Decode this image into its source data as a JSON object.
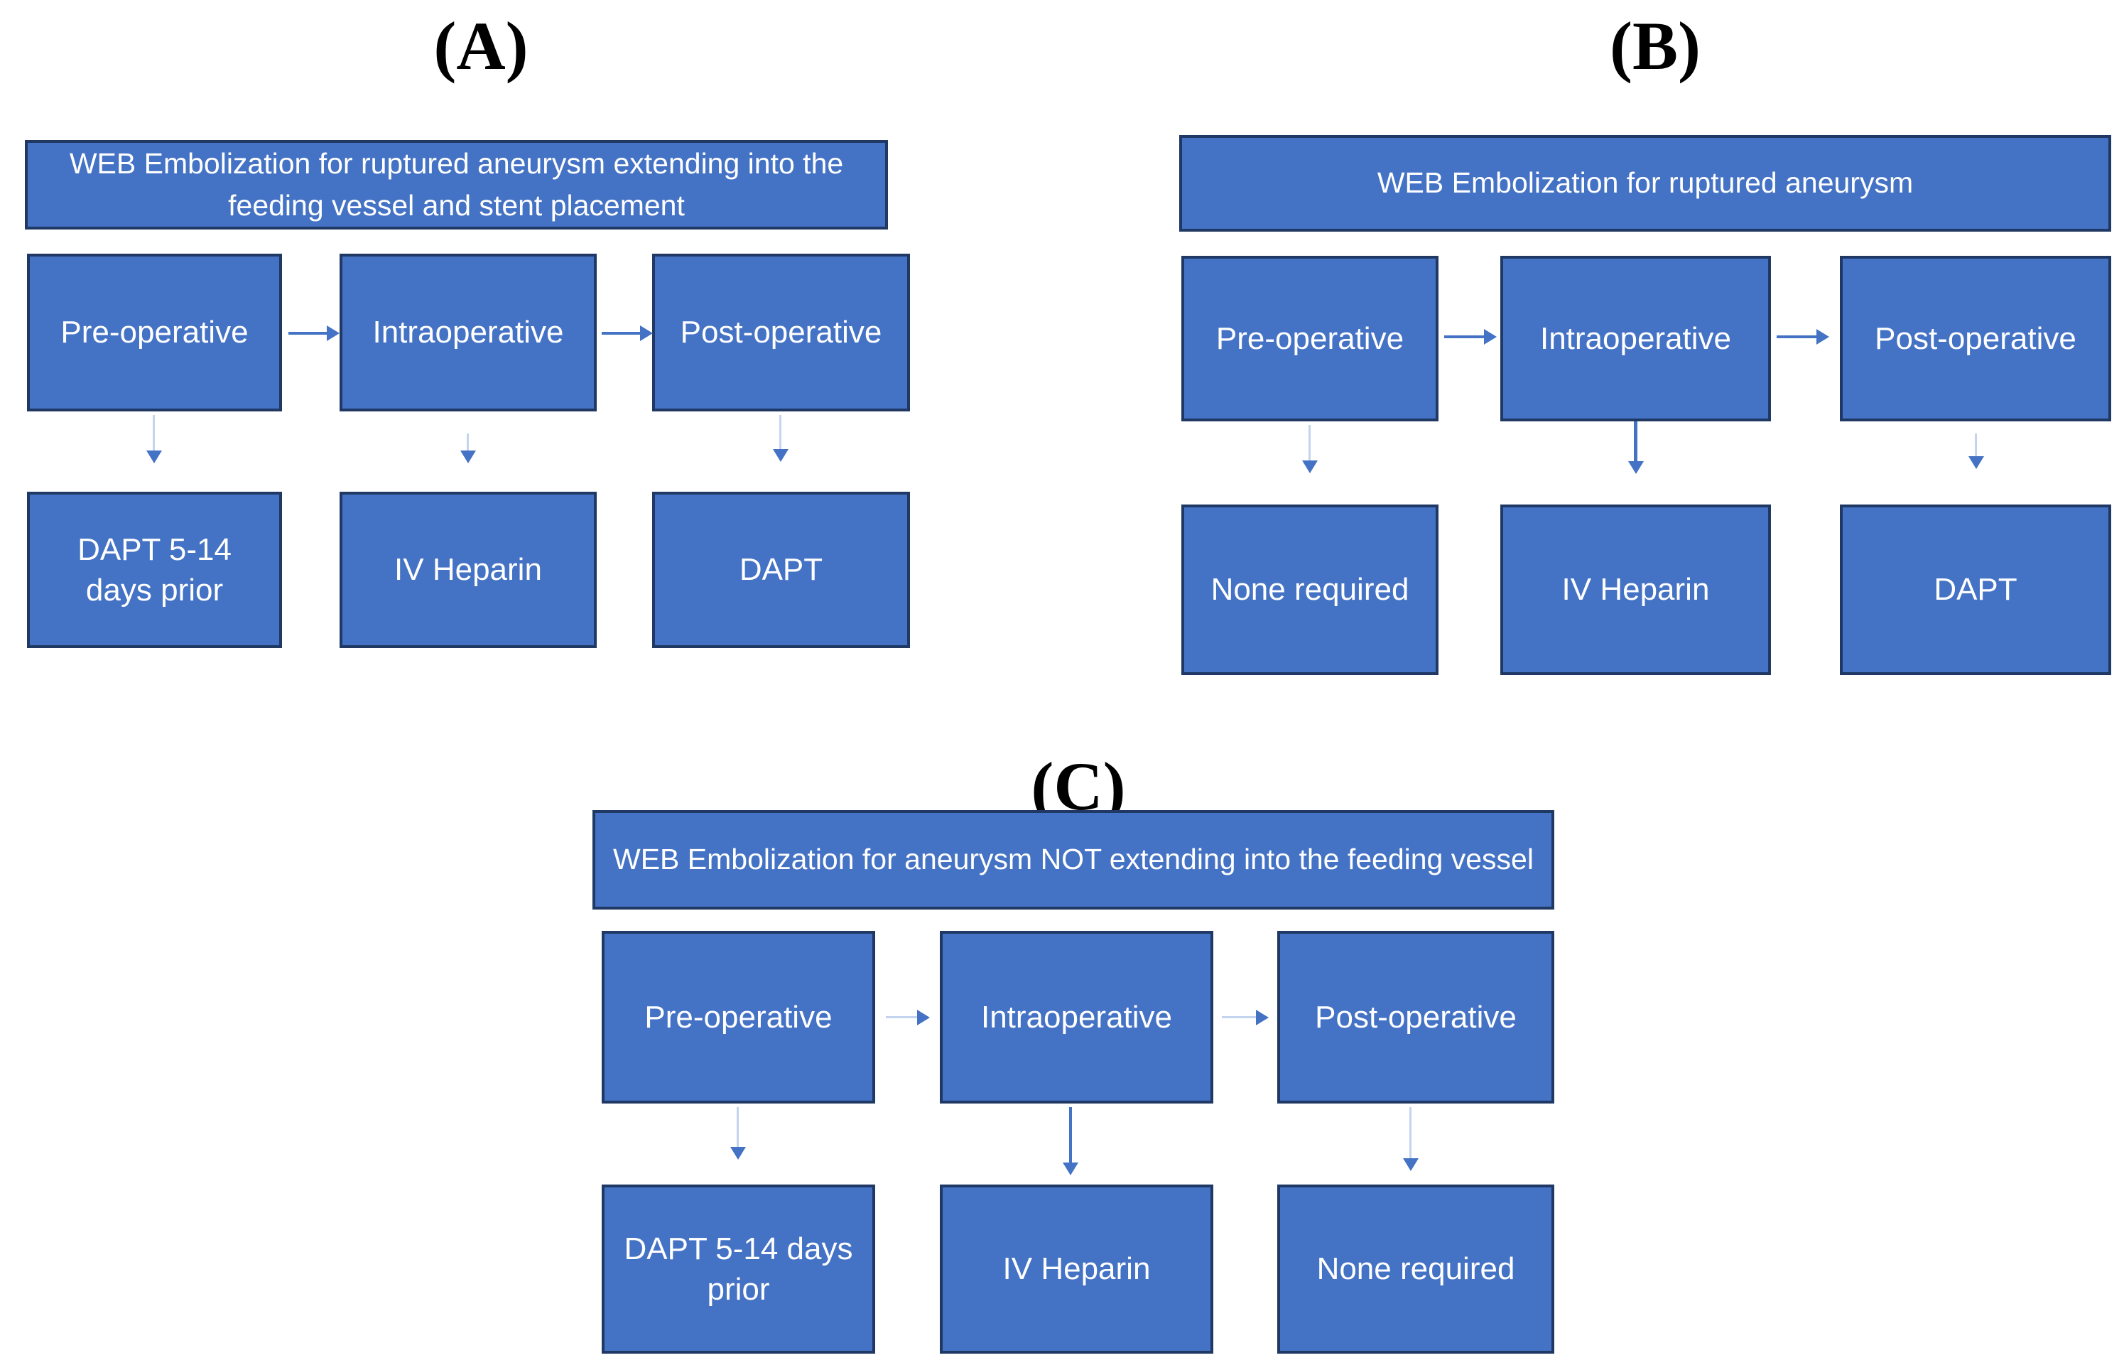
{
  "figure": {
    "panels": [
      {
        "label": "(A)",
        "title": "WEB Embolization for ruptured aneurysm extending into the feeding vessel and stent placement",
        "stages": [
          "Pre-operative",
          "Intraoperative",
          "Post-operative"
        ],
        "treatments": [
          "DAPT 5-14 days prior",
          "IV Heparin",
          "DAPT"
        ]
      },
      {
        "label": "(B)",
        "title": "WEB Embolization for ruptured aneurysm",
        "stages": [
          "Pre-operative",
          "Intraoperative",
          "Post-operative"
        ],
        "treatments": [
          "None required",
          "IV Heparin",
          "DAPT"
        ]
      },
      {
        "label": "(C)",
        "title": "WEB Embolization for aneurysm NOT extending into the feeding vessel",
        "stages": [
          "Pre-operative",
          "Intraoperative",
          "Post-operative"
        ],
        "treatments": [
          "DAPT 5-14 days prior",
          "IV Heparin",
          "None required"
        ]
      }
    ],
    "colors": {
      "box_fill": "#4472C4",
      "box_border": "#1F3864",
      "arrow": "#4472C4",
      "arrow_light_line": "#C4D4EE",
      "box_text": "#FFFFFF",
      "panel_label_text": "#000000",
      "background": "#FFFFFF"
    }
  }
}
